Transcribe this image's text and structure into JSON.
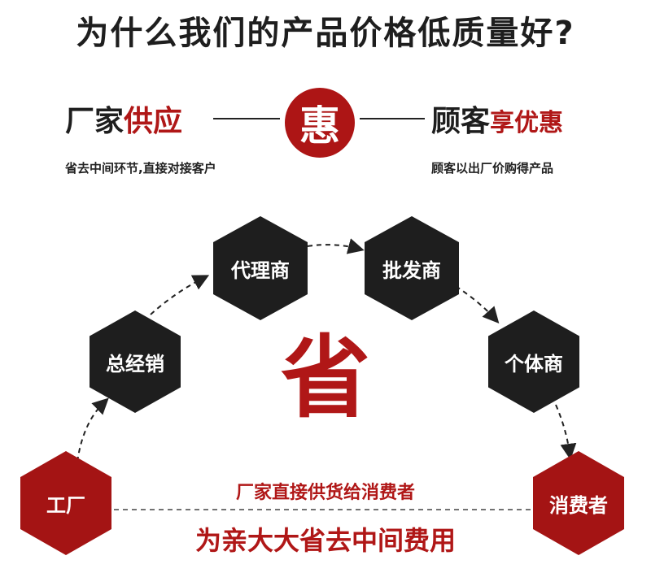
{
  "title": "为什么我们的产品价格低质量好?",
  "supply": {
    "left_black": "厂家",
    "left_red": "供应",
    "center_char": "惠",
    "right_black": "顾客",
    "right_red": "享优惠",
    "left_caption": "省去中间环节,直接对接客户",
    "right_caption": "顾客以出厂价购得产品"
  },
  "chain": {
    "factory": "工厂",
    "distributor": "总经销",
    "agent": "代理商",
    "wholesaler": "批发商",
    "retailer": "个体商",
    "consumer": "消费者"
  },
  "center_char": "省",
  "direct_note": "厂家直接供货给消费者",
  "bottom_slogan": "为亲大大省去中间费用",
  "colors": {
    "red": "#a41414",
    "dark": "#1e1e1e"
  }
}
